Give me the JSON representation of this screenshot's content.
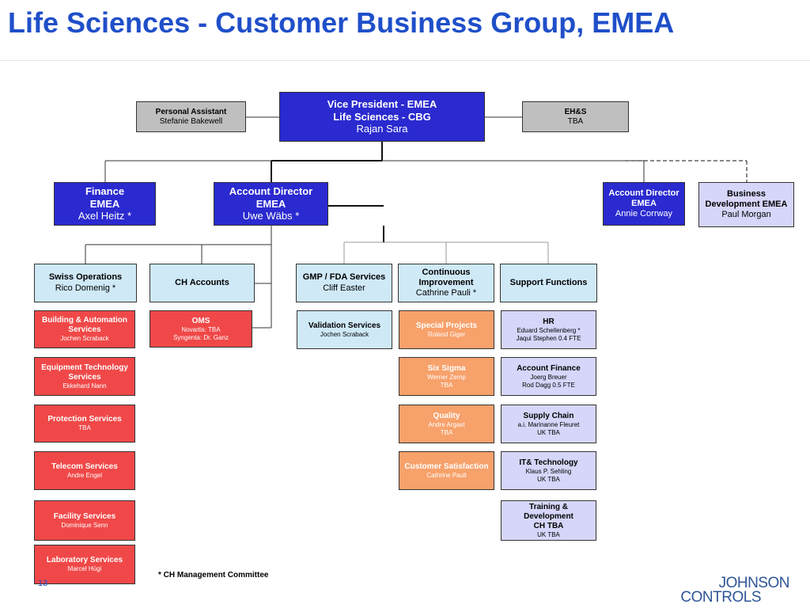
{
  "title": "Life Sciences - Customer Business Group,  EMEA",
  "footnote": "* CH Management Committee",
  "page_number": "13",
  "logo": {
    "top": "JOHNSON",
    "bottom": "CONTROLS"
  },
  "colors": {
    "title": "#1f4fc9",
    "navy": "#2a2ad0",
    "grey": "#bfbfbf",
    "lavender": "#d6d6fa",
    "cyan": "#cfe9f7",
    "red": "#f04848",
    "orange": "#f7a16b"
  },
  "top": {
    "vp": {
      "l1": "Vice President - EMEA",
      "l2": "Life Sciences - CBG",
      "l3": "Rajan Sara"
    },
    "pa": {
      "l1": "Personal Assistant",
      "l2": "Stefanie Bakewell"
    },
    "ehs": {
      "l1": "EH&S",
      "l2": "TBA"
    }
  },
  "second": {
    "finance": {
      "l1": "Finance",
      "l2": "EMEA",
      "l3": "Axel Heitz *"
    },
    "ad1": {
      "l1": "Account Director",
      "l2": "EMEA",
      "l3": "Uwe Wäbs *"
    },
    "ad2": {
      "l1": "Account Director",
      "l2": "EMEA",
      "l3": "Annie Corrway"
    },
    "bizdev": {
      "l1": "Business",
      "l2": "Development EMEA",
      "l3": "Paul Morgan"
    }
  },
  "third": {
    "swiss": {
      "l1": "Swiss Operations",
      "l2": "Rico Domenig *"
    },
    "ch": {
      "l1": "CH Accounts"
    },
    "gmp": {
      "l1": "GMP / FDA Services",
      "l2": "Cliff Easter"
    },
    "ci": {
      "l1": "Continuous",
      "l2": "Improvement",
      "l3": "Cathrine Pauli *"
    },
    "support": {
      "l1": "Support Functions"
    }
  },
  "swiss_list": [
    {
      "l1": "Building  & Automation",
      "l2": "Services",
      "l3": "Jochen Scraback"
    },
    {
      "l1": "Equipment Technology",
      "l2": "Services",
      "l3": "Ekkehard Nann"
    },
    {
      "l1": "Protection Services",
      "l2": "TBA"
    },
    {
      "l1": "Telecom Services",
      "l2": "Andre Engel"
    },
    {
      "l1": "Facility Services",
      "l2": "Dominique Senn"
    },
    {
      "l1": "Laboratory Services",
      "l2": "Marcel Hügi"
    }
  ],
  "oms": {
    "l1": "OMS",
    "l2": "Novartis: TBA",
    "l3": "Syngenta: Dr. Ganz"
  },
  "validation": {
    "l1": "Validation Services",
    "l2": "Jochen Scraback"
  },
  "ci_list": [
    {
      "l1": "Special Projects",
      "l2": "Roland Giger"
    },
    {
      "l1": "Six Sigma",
      "l2": "Werner Zemp",
      "l3": "TBA"
    },
    {
      "l1": "Quality",
      "l2": "Andre Argast",
      "l3": "TBA"
    },
    {
      "l1": "Customer Satisfaction",
      "l2": "Cathrine Pauli"
    }
  ],
  "support_list": [
    {
      "l1": "HR",
      "l2": "Eduard Schellenberg *",
      "l3": "Jaqui Stephen 0.4 FTE"
    },
    {
      "l1": "Account Finance",
      "l2": "Joerg Breuer",
      "l3": "Rod Dagg 0.5 FTE"
    },
    {
      "l1": "Supply Chain",
      "l2": "a.i. Marinanne Fleuret",
      "l3": "UK TBA"
    },
    {
      "l1": "IT& Technology",
      "l2": "Klaus P. Sehling",
      "l3": "UK TBA"
    },
    {
      "l1": "Training &",
      "l2": "Development",
      "l3": "CH TBA",
      "l4": "UK TBA"
    }
  ]
}
